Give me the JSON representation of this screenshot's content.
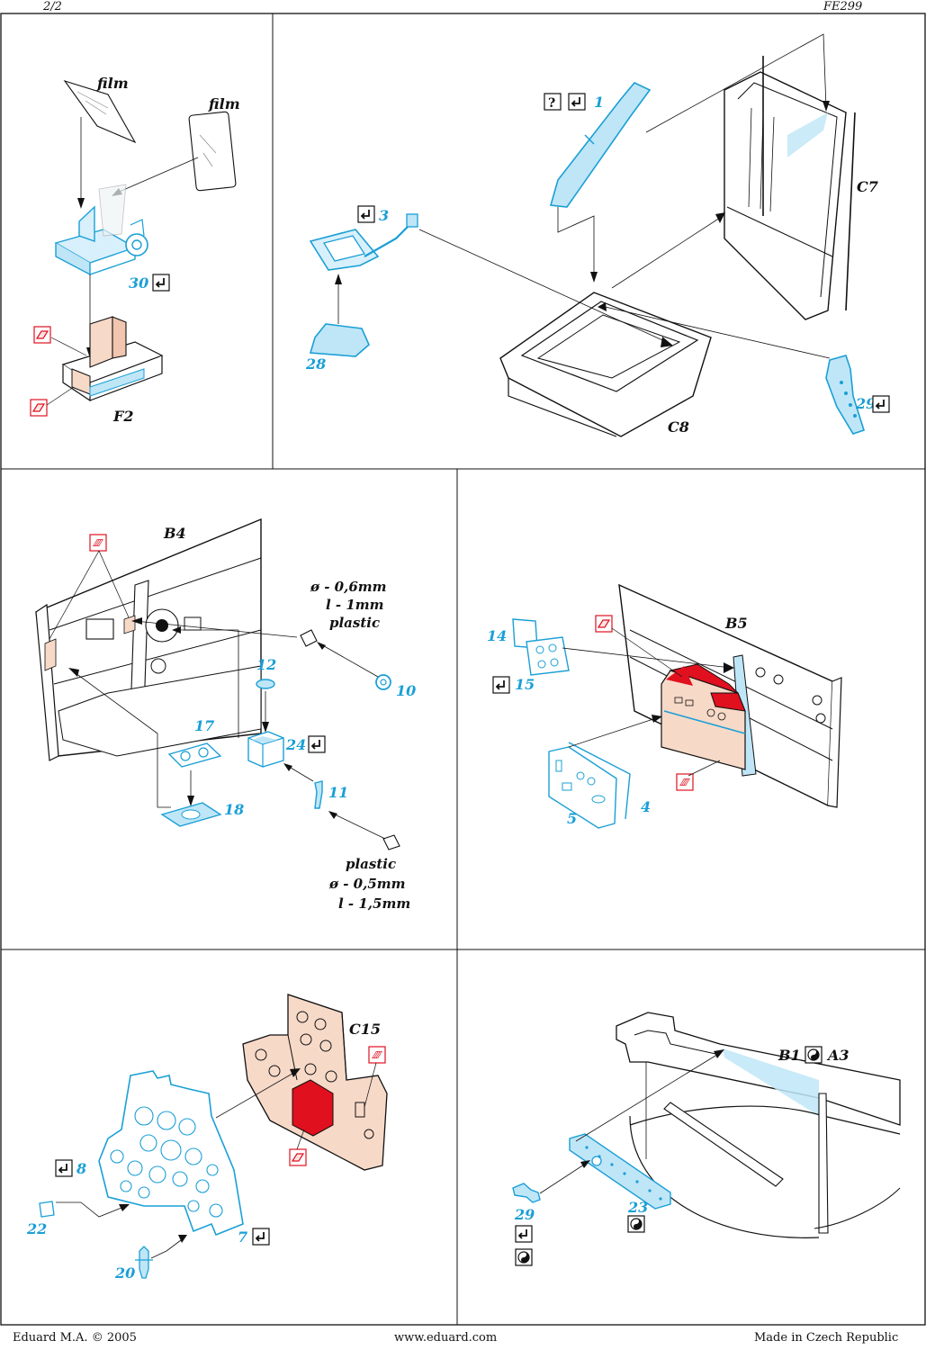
{
  "header": {
    "page": "2/2",
    "code": "FE299"
  },
  "footer": {
    "left": "Eduard M.A. © 2005",
    "center": "www.eduard.com",
    "right": "Made in Czech Republic"
  },
  "panel1": {
    "film_a": "film",
    "film_b": "film",
    "part_30": "30",
    "part_f2": "F2"
  },
  "panel2": {
    "part_1": "1",
    "part_3": "3",
    "part_28": "28",
    "part_29": "29",
    "part_c7": "C7",
    "part_c8": "C8",
    "question": "?"
  },
  "panel3": {
    "part_b4": "B4",
    "part_10": "10",
    "part_11": "11",
    "part_12": "12",
    "part_17": "17",
    "part_18": "18",
    "part_24": "24",
    "dia_top": "ø - 0,6mm",
    "len_top": "l - 1mm",
    "mat_top": "plastic",
    "mat_bot": "plastic",
    "dia_bot": "ø - 0,5mm",
    "len_bot": "l - 1,5mm"
  },
  "panel4": {
    "part_b5": "B5",
    "part_14": "14",
    "part_15": "15",
    "part_4": "4",
    "part_5": "5"
  },
  "panel5": {
    "part_c15": "C15",
    "part_8": "8",
    "part_22": "22",
    "part_20": "20",
    "part_7": "7"
  },
  "panel6": {
    "part_b1": "B1",
    "part_a3": "A3",
    "part_29": "29",
    "part_23": "23"
  },
  "colors": {
    "photoetch": "#1a9fd6",
    "pe_fill": "#bfe6f7",
    "red": "#e0101e",
    "flesh": "#f7d9c8"
  }
}
